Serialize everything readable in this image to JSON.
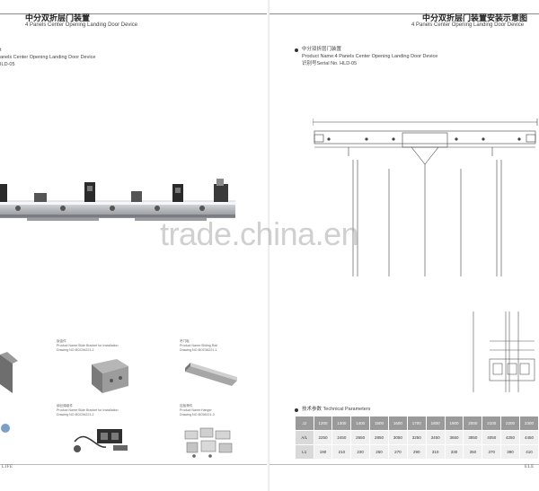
{
  "left_page": {
    "header": {
      "title_cn": "中分双折层门装置",
      "title_en": "4 Panels  Center Opening Landing Door Device"
    },
    "intro": {
      "line1": "t",
      "line2": "anels  Center Opening Landing Door Device",
      "line3": "ILD-05"
    },
    "parts": [
      {
        "cn": "钣金件",
        "en1": "Product Name:Slide Bracket for Installation",
        "en2": "Drawing NO.BOC56221-2"
      },
      {
        "cn": "吊门板",
        "en1": "Product Name:Sliding Rail",
        "en2": "Drawing NO.BOC56221-1"
      },
      {
        "cn": "钢丝绳组件",
        "en1": "Product Name:Slide Bracket for Installation",
        "en2": "Drawing NO.BOC56221-2"
      },
      {
        "cn": "挂板滑件",
        "en1": "Product Name:Hanger",
        "en2": "Drawing NO.BC56221-3"
      }
    ],
    "footer": "LIFE"
  },
  "right_page": {
    "header": {
      "title_cn": "中分双折层门装置安装示意图",
      "title_en": "4 Panels  Center Opening Landing Door Device"
    },
    "intro": {
      "cn": "中分双折层门装置",
      "name": "Product Name:4 Panels  Center Opening Landing Door Device",
      "serial": "识别号Serial No. HLD-05"
    },
    "tech_title": "技术参数 Technical Parameters",
    "table": {
      "rows": [
        {
          "label": "JJ",
          "values": [
            "1200",
            "1300",
            "1400",
            "1500",
            "1600",
            "1700",
            "1800",
            "1900",
            "2000",
            "2100",
            "2200",
            "2300"
          ]
        },
        {
          "label": "A/L",
          "values": [
            "2250",
            "2450",
            "2650",
            "2850",
            "3050",
            "3250",
            "3450",
            "3650",
            "3850",
            "4050",
            "4250",
            "4450"
          ]
        },
        {
          "label": "L1",
          "values": [
            "190",
            "210",
            "230",
            "250",
            "270",
            "290",
            "310",
            "330",
            "350",
            "370",
            "390",
            "410"
          ]
        }
      ]
    },
    "footer": "ELE"
  },
  "watermark": "trade.china.en",
  "colors": {
    "bullet": "#333333",
    "table_header": "#9a9a9a",
    "table_cell": "#f0f0f0"
  }
}
